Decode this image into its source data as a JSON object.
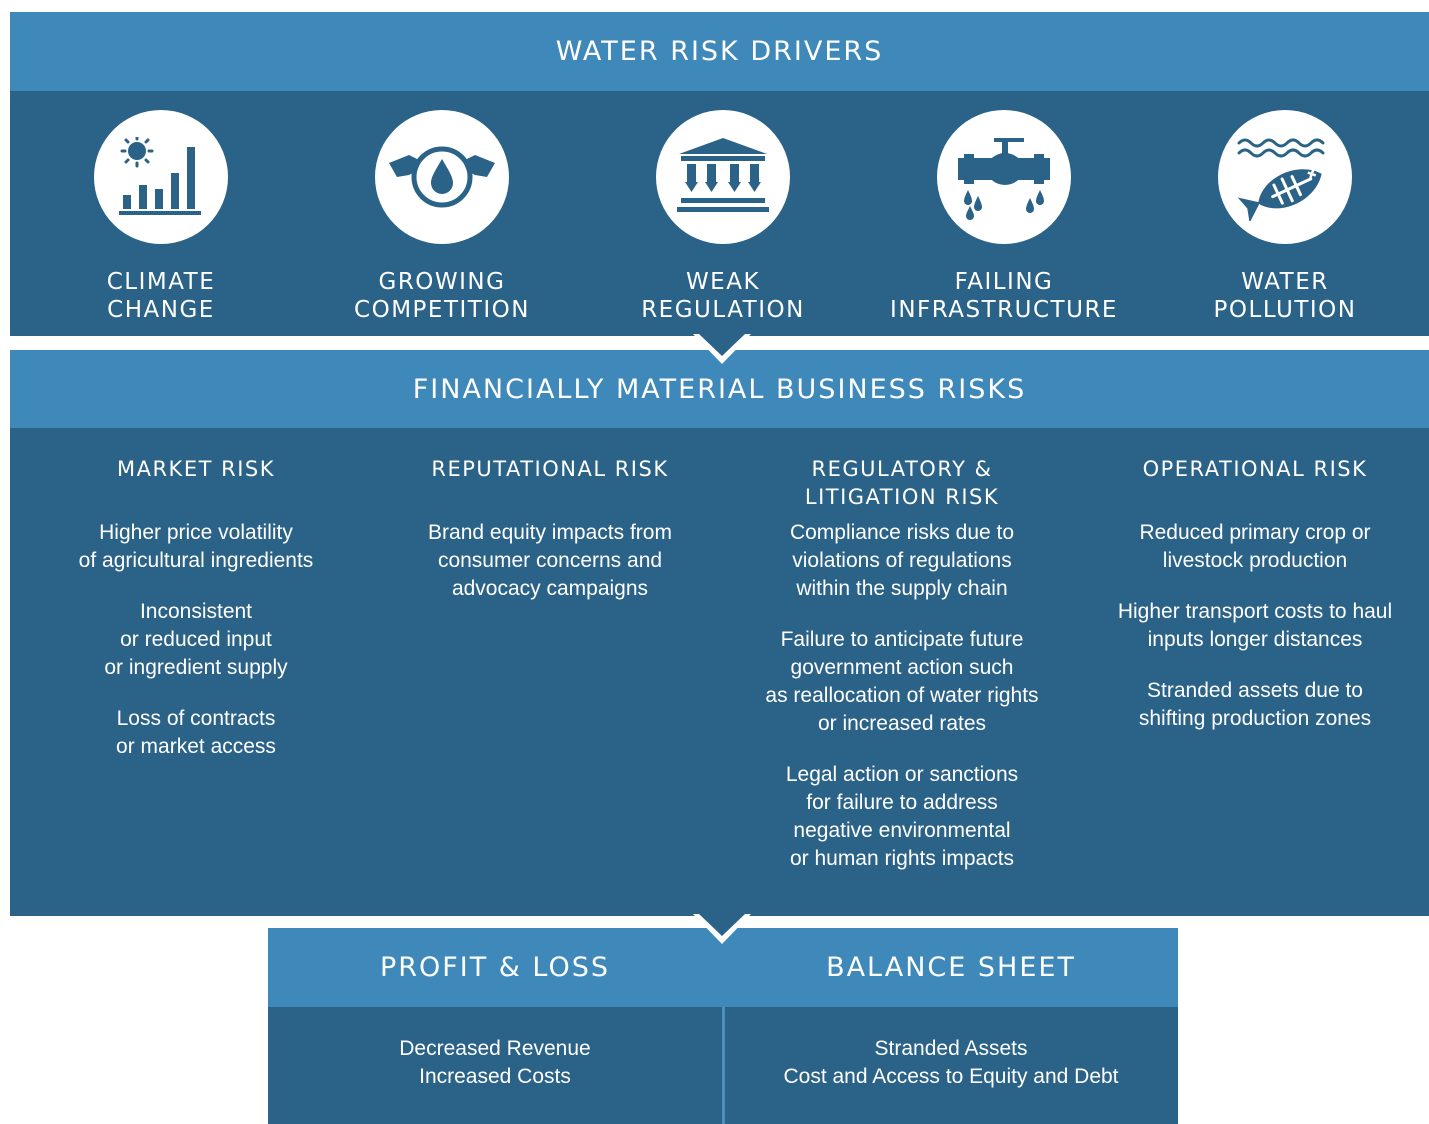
{
  "drivers_panel": {
    "title": "WATER RISK DRIVERS",
    "items": [
      {
        "label": "CLIMATE\nCHANGE",
        "icon": "climate-chart-sun-icon"
      },
      {
        "label": "GROWING\nCOMPETITION",
        "icon": "hands-water-drop-icon"
      },
      {
        "label": "WEAK\nREGULATION",
        "icon": "government-building-icon"
      },
      {
        "label": "FAILING\nINFRASTRUCTURE",
        "icon": "leaking-pipe-icon"
      },
      {
        "label": "WATER\nPOLLUTION",
        "icon": "dead-fish-icon"
      }
    ]
  },
  "risks_panel": {
    "title": "FINANCIALLY MATERIAL BUSINESS RISKS",
    "columns": [
      {
        "title": "MARKET RISK",
        "items": [
          "Higher price volatility\nof agricultural ingredients",
          "Inconsistent\nor reduced input\nor ingredient supply",
          "Loss of contracts\nor market access"
        ]
      },
      {
        "title": "REPUTATIONAL RISK",
        "items": [
          "Brand equity impacts from\nconsumer concerns and\nadvocacy campaigns"
        ]
      },
      {
        "title": "REGULATORY &\nLITIGATION RISK",
        "items": [
          "Compliance risks due to\nviolations of regulations\nwithin the supply chain",
          "Failure to anticipate future\ngovernment action such\nas reallocation of water rights\nor increased rates",
          "Legal action or sanctions\nfor failure to address\nnegative environmental\nor human rights impacts"
        ]
      },
      {
        "title": "OPERATIONAL RISK",
        "items": [
          "Reduced primary crop or\nlivestock production",
          "Higher transport costs to haul\ninputs longer distances",
          "Stranded assets due to\nshifting production zones"
        ]
      }
    ]
  },
  "outcomes_panel": {
    "columns": [
      {
        "title": "PROFIT & LOSS",
        "text": "Decreased Revenue\nIncreased Costs"
      },
      {
        "title": "BALANCE SHEET",
        "text": "Stranded Assets\nCost and Access to Equity and Debt"
      }
    ]
  },
  "colors": {
    "header": "#3f88ba",
    "body": "#2b6287",
    "icon": "#2b6287"
  }
}
